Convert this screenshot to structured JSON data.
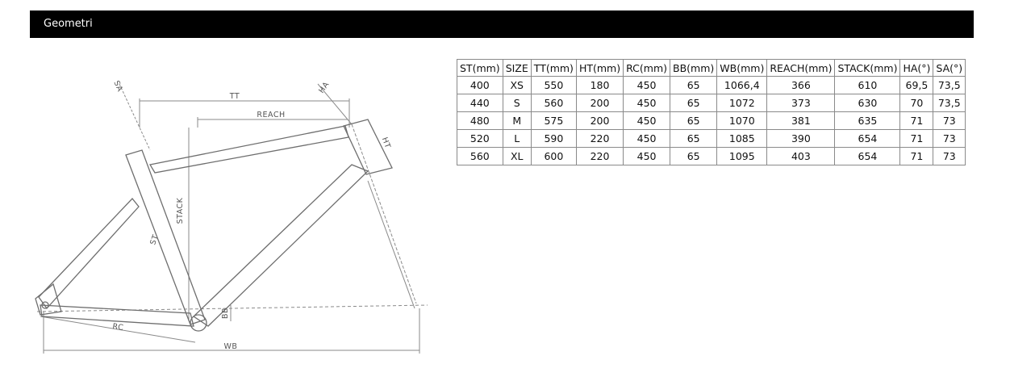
{
  "header": {
    "title": "Geometri"
  },
  "diagram": {
    "labels": {
      "tt": "TT",
      "reach": "REACH",
      "stack": "STACK",
      "st": "ST",
      "ht": "HT",
      "ha": "HA",
      "sa": "SA",
      "rc": "RC",
      "bb": "BB",
      "wb": "WB"
    },
    "colors": {
      "line": "#8a8a8a",
      "frame": "#6e6e6e"
    }
  },
  "table": {
    "columns": [
      "ST(mm)",
      "SIZE",
      "TT(mm)",
      "HT(mm)",
      "RC(mm)",
      "BB(mm)",
      "WB(mm)",
      "REACH(mm)",
      "STACK(mm)",
      "HA(°)",
      "SA(°)"
    ],
    "rows": [
      [
        "400",
        "XS",
        "550",
        "180",
        "450",
        "65",
        "1066,4",
        "366",
        "610",
        "69,5",
        "73,5"
      ],
      [
        "440",
        "S",
        "560",
        "200",
        "450",
        "65",
        "1072",
        "373",
        "630",
        "70",
        "73,5"
      ],
      [
        "480",
        "M",
        "575",
        "200",
        "450",
        "65",
        "1070",
        "381",
        "635",
        "71",
        "73"
      ],
      [
        "520",
        "L",
        "590",
        "220",
        "450",
        "65",
        "1085",
        "390",
        "654",
        "71",
        "73"
      ],
      [
        "560",
        "XL",
        "600",
        "220",
        "450",
        "65",
        "1095",
        "403",
        "654",
        "71",
        "73"
      ]
    ]
  }
}
